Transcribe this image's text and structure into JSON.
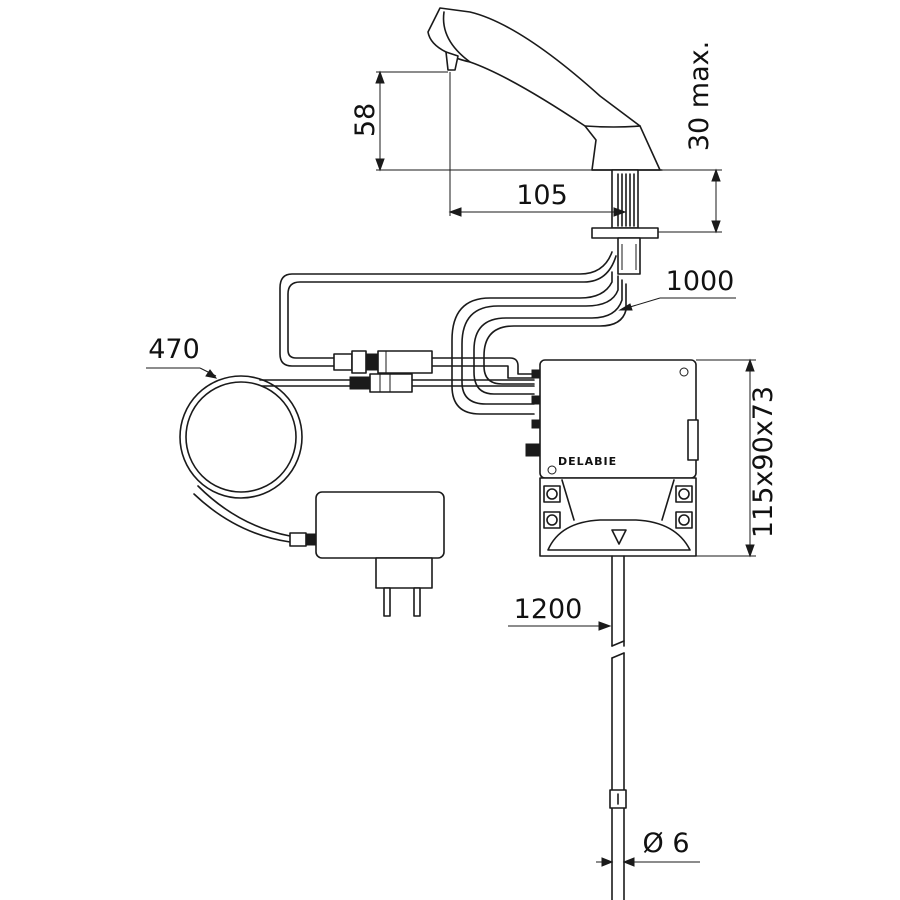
{
  "brand": "DELABIE",
  "dimensions": {
    "spout_height": "58",
    "max_thickness": "30 max.",
    "reach": "105",
    "hose_length": "1000",
    "power_cable_length": "470",
    "box_size": "115x90x73",
    "supply_length": "1200",
    "supply_diameter": "Ø 6"
  }
}
